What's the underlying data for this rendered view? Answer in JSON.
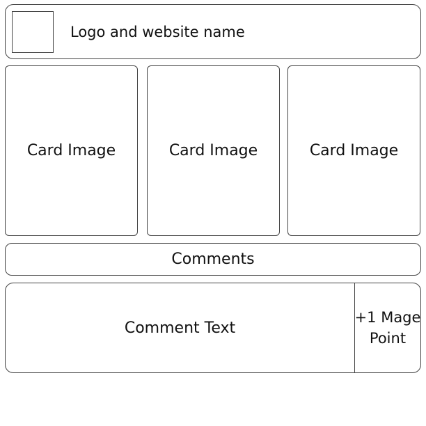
{
  "header": {
    "site_name": "Logo and website name"
  },
  "cards": [
    {
      "label": "Card Image"
    },
    {
      "label": "Card Image"
    },
    {
      "label": "Card Image"
    }
  ],
  "comments": {
    "title": "Comments",
    "comment_text": "Comment Text",
    "upvote_line1": "+1 Mage",
    "upvote_line2": "Point"
  }
}
